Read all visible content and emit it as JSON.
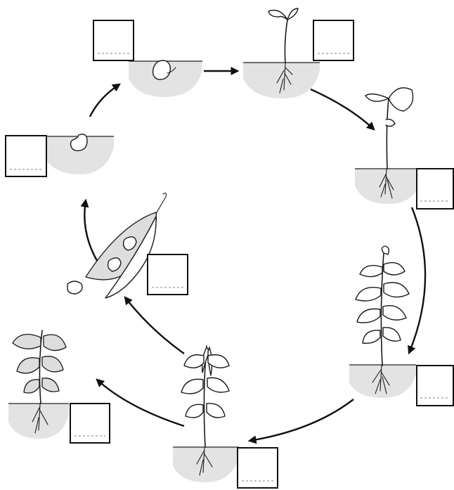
{
  "diagram": {
    "stages": [
      {
        "id": "stage-1",
        "label": ""
      },
      {
        "id": "stage-2",
        "label": ""
      },
      {
        "id": "stage-3",
        "label": ""
      },
      {
        "id": "stage-4",
        "label": ""
      },
      {
        "id": "stage-5",
        "label": ""
      },
      {
        "id": "stage-6",
        "label": ""
      },
      {
        "id": "stage-7",
        "label": ""
      },
      {
        "id": "stage-8",
        "label": ""
      }
    ]
  }
}
